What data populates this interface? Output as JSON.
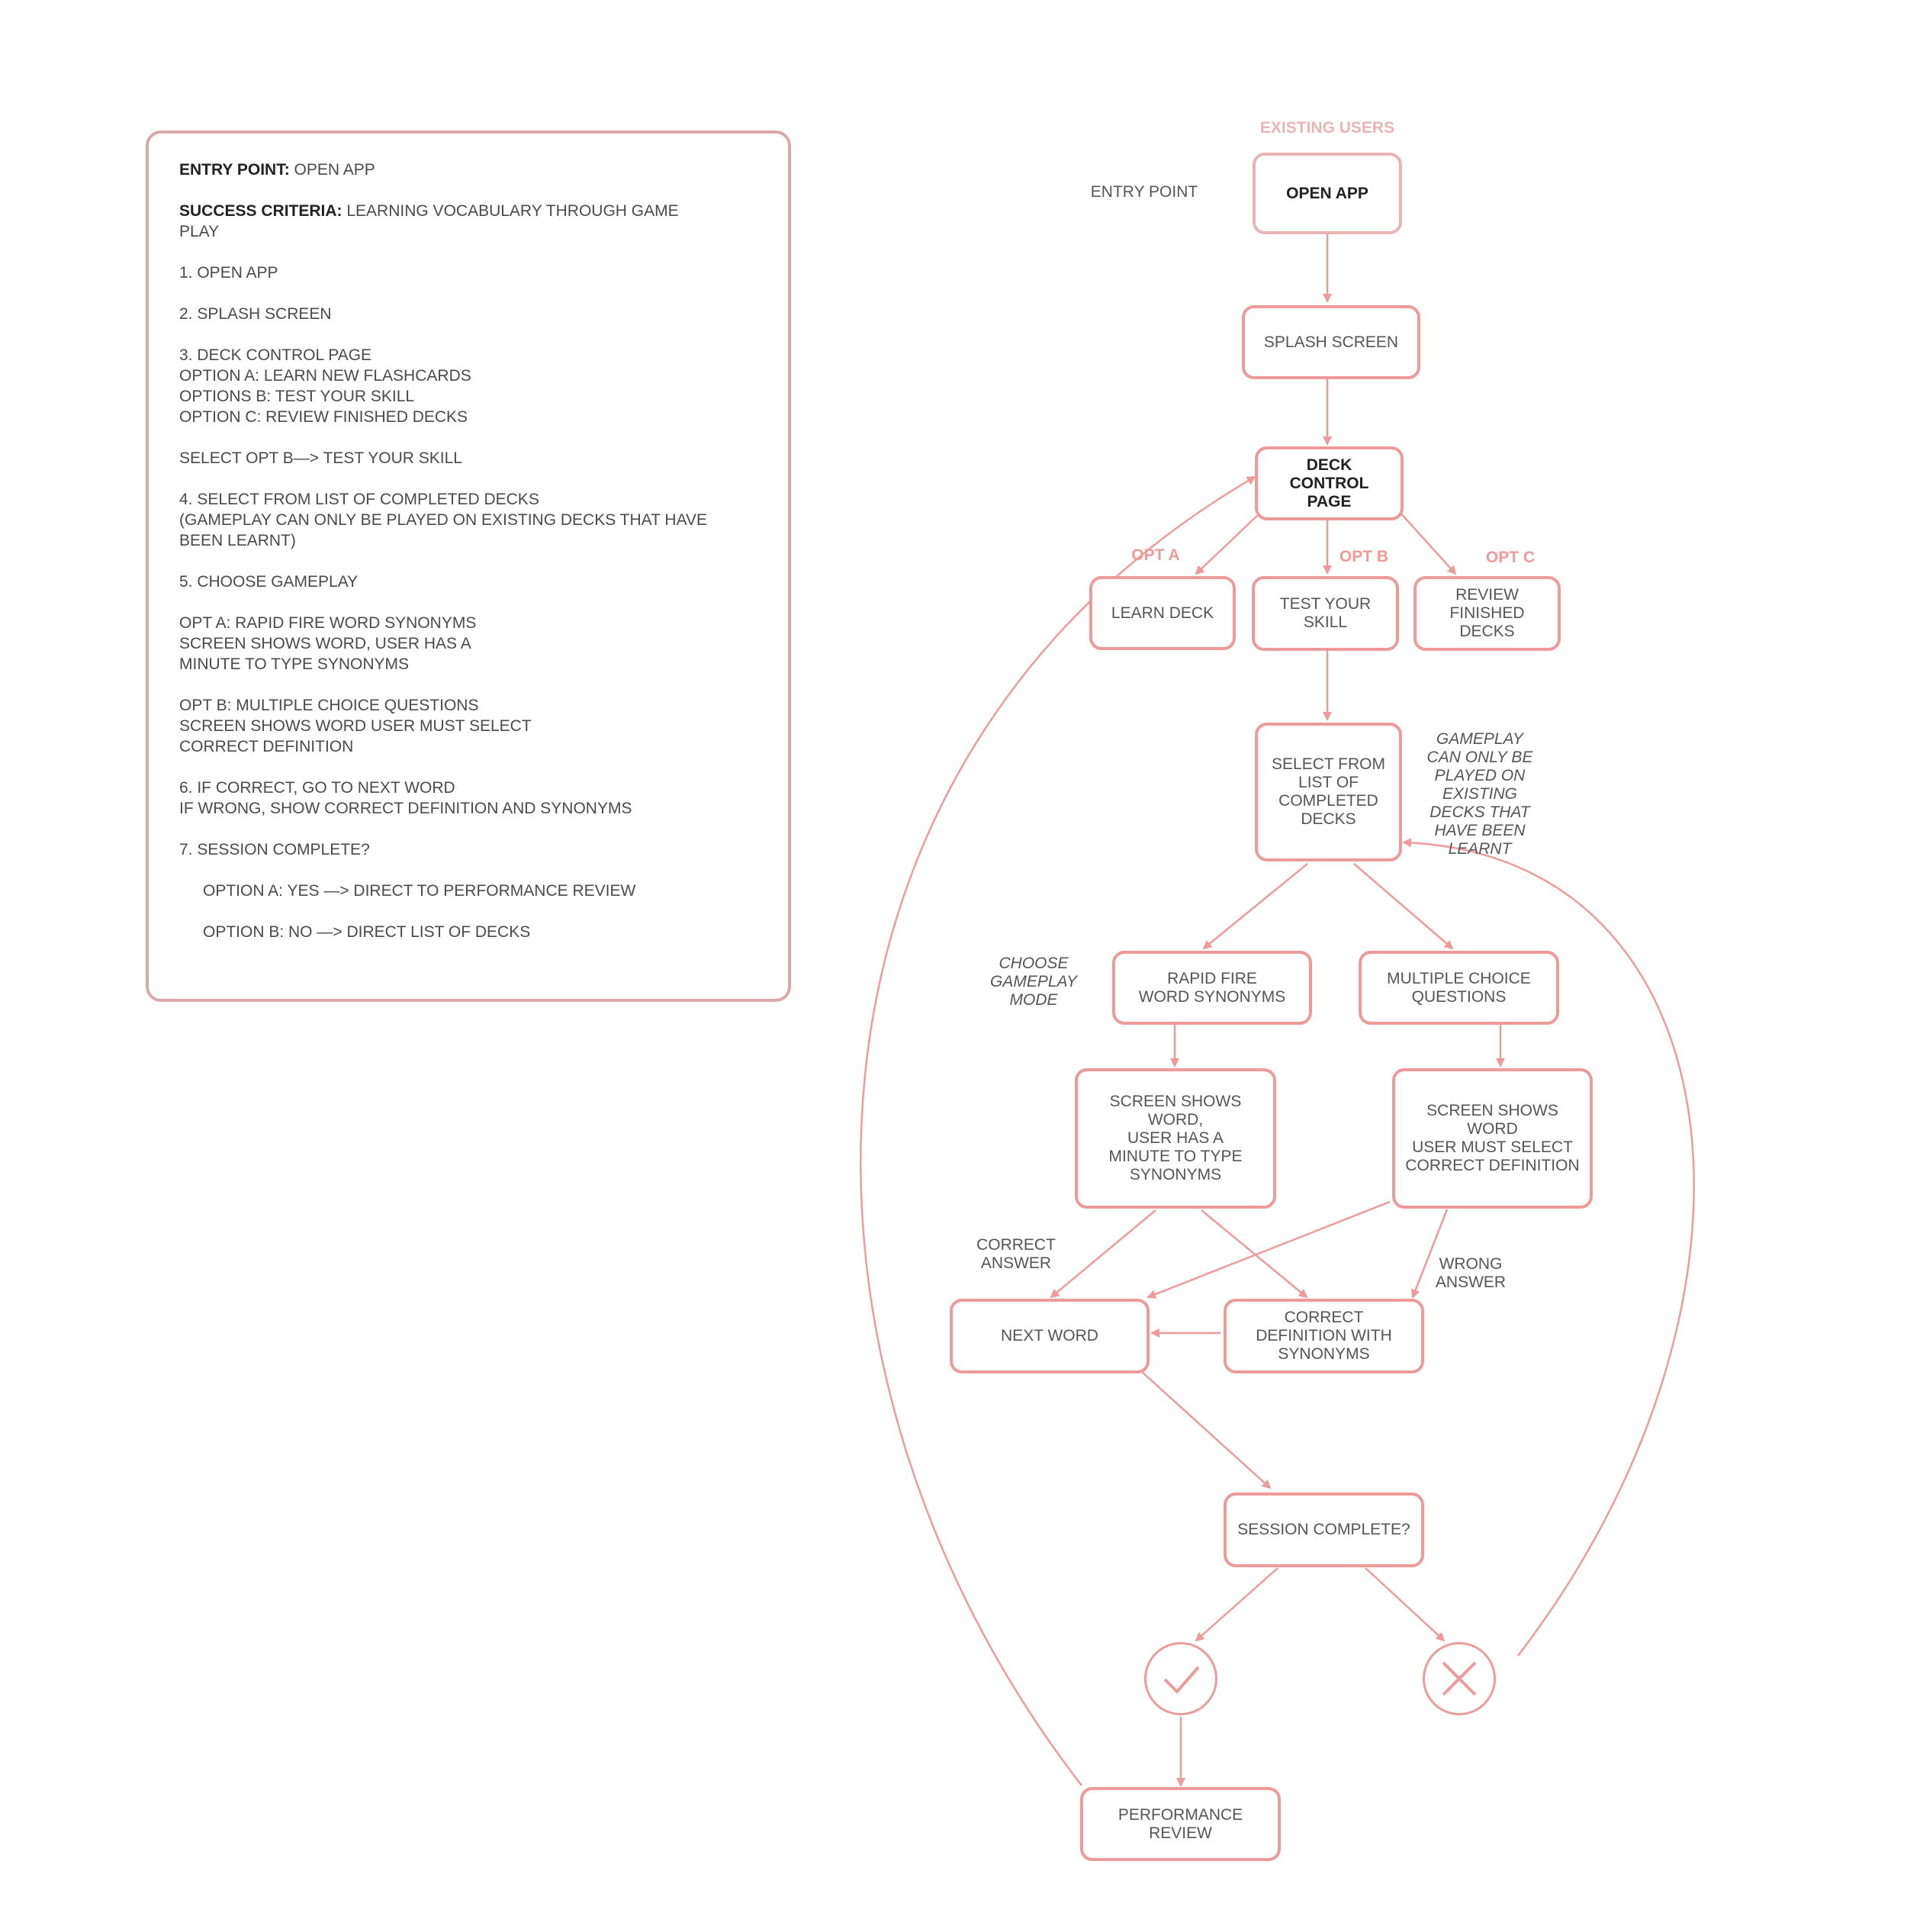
{
  "colors": {
    "accent": "#ef9a9a",
    "accent_soft": "#e8b4b4",
    "text": "#4a4a4a",
    "box_border": "#d9a9a9"
  },
  "info": {
    "entry_label": "ENTRY POINT:",
    "entry_value": " OPEN APP",
    "success_label": "SUCCESS CRITERIA:",
    "success_value": " LEARNING VOCABULARY THROUGH GAME",
    "success_value_2": "PLAY",
    "steps": [
      "1. OPEN APP",
      "2. SPLASH SCREEN",
      "3. DECK CONTROL PAGE",
      "OPTION A: LEARN NEW FLASHCARDS",
      "OPTIONS B: TEST YOUR SKILL",
      "OPTION C: REVIEW FINISHED DECKS",
      "SELECT OPT B—> TEST YOUR SKILL",
      "4. SELECT FROM LIST OF COMPLETED DECKS",
      "(GAMEPLAY CAN ONLY BE PLAYED ON EXISTING DECKS THAT HAVE",
      "BEEN LEARNT)",
      "5. CHOOSE GAMEPLAY",
      "OPT A: RAPID FIRE WORD SYNONYMS",
      "SCREEN SHOWS WORD, USER HAS A",
      "MINUTE TO TYPE SYNONYMS",
      "OPT B: MULTIPLE CHOICE QUESTIONS",
      "SCREEN SHOWS WORD USER MUST SELECT",
      "CORRECT DEFINITION",
      "6. IF CORRECT, GO TO NEXT WORD",
      "IF WRONG, SHOW CORRECT DEFINITION AND SYNONYMS",
      "7. SESSION COMPLETE?",
      "OPTION A: YES —> DIRECT TO  PERFORMANCE REVIEW",
      "OPTION B: NO  —> DIRECT LIST OF DECKS"
    ]
  },
  "flow": {
    "header": "EXISTING USERS",
    "entry_point": "ENTRY POINT",
    "open_app": "OPEN APP",
    "splash": "SPLASH SCREEN",
    "deck_control": "DECK\nCONTROL\nPAGE",
    "opt_a": "OPT A",
    "opt_b": "OPT B",
    "opt_c": "OPT C",
    "learn_deck": "LEARN DECK",
    "test_skill": "TEST YOUR\nSKILL",
    "review_decks": "REVIEW\nFINISHED DECKS",
    "select_list": "SELECT FROM\nLIST OF\nCOMPLETED\nDECKS",
    "gameplay_note": "GAMEPLAY\nCAN ONLY BE\nPLAYED ON\nEXISTING\nDECKS THAT\nHAVE BEEN\nLEARNT",
    "choose_mode": "CHOOSE\nGAMEPLAY\nMODE",
    "rapid_fire": "RAPID FIRE\nWORD SYNONYMS",
    "multiple_choice": "MULTIPLE CHOICE\nQUESTIONS",
    "screen_type": "SCREEN SHOWS WORD,\nUSER HAS A\nMINUTE TO TYPE\nSYNONYMS",
    "screen_select": "SCREEN SHOWS WORD\nUSER MUST SELECT\nCORRECT DEFINITION",
    "correct_answer": "CORRECT\nANSWER",
    "wrong_answer": "WRONG\nANSWER",
    "next_word": "NEXT WORD",
    "correct_def": "CORRECT\nDEFINITION WITH\nSYNONYMS",
    "session_complete": "SESSION COMPLETE?",
    "performance_review": "PERFORMANCE REVIEW",
    "yes_icon": "checkmark-icon",
    "no_icon": "x-icon"
  }
}
